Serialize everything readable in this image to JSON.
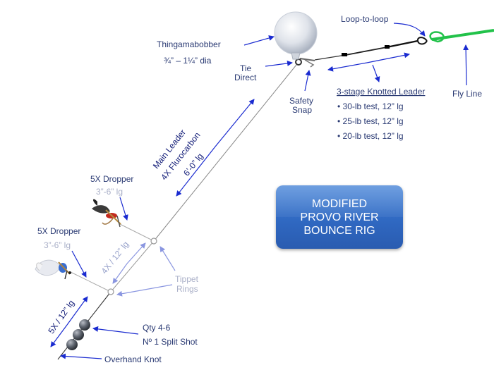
{
  "labels": {
    "loop_to_loop": "Loop-to-loop",
    "thingamabobber": "Thingamabobber",
    "thingamabobber_dia": "¾” – 1¼” dia",
    "tie_direct_1": "Tie",
    "tie_direct_2": "Direct",
    "safety_snap_1": "Safety",
    "safety_snap_2": "Snap",
    "leader_title": "3-stage Knotted Leader",
    "leader_items": [
      "• 30-lb test, 12” lg",
      "• 25-lb test, 12” lg",
      "• 20-lb test, 12” lg"
    ],
    "fly_line": "Fly Line",
    "main_leader_1": "Main Leader",
    "main_leader_2": "4X Flurocarbon",
    "main_leader_3": "6’-0” lg",
    "dropper1_title": "5X Dropper",
    "dropper1_len": "3”-6” lg",
    "dropper2_title": "5X Dropper",
    "dropper2_len": "3”-6” lg",
    "tippet_4x": "4X / 12” lg",
    "tippet_5x": "5X / 12” lg",
    "tippet_rings_1": "Tippet",
    "tippet_rings_2": "Rings",
    "split_shot_1": "Qty 4-6",
    "split_shot_2": "Nº 1 Split Shot",
    "overhand_knot": "Overhand Knot"
  },
  "title_box": {
    "line1": "MODIFIED",
    "line2": "PROVO RIVER",
    "line3": "BOUNCE RIG"
  },
  "colors": {
    "fly_line": "#22c24a",
    "label_text": "#2a3a73",
    "arrow_blue": "#1a2bd0",
    "title_box": "#3572cc"
  }
}
